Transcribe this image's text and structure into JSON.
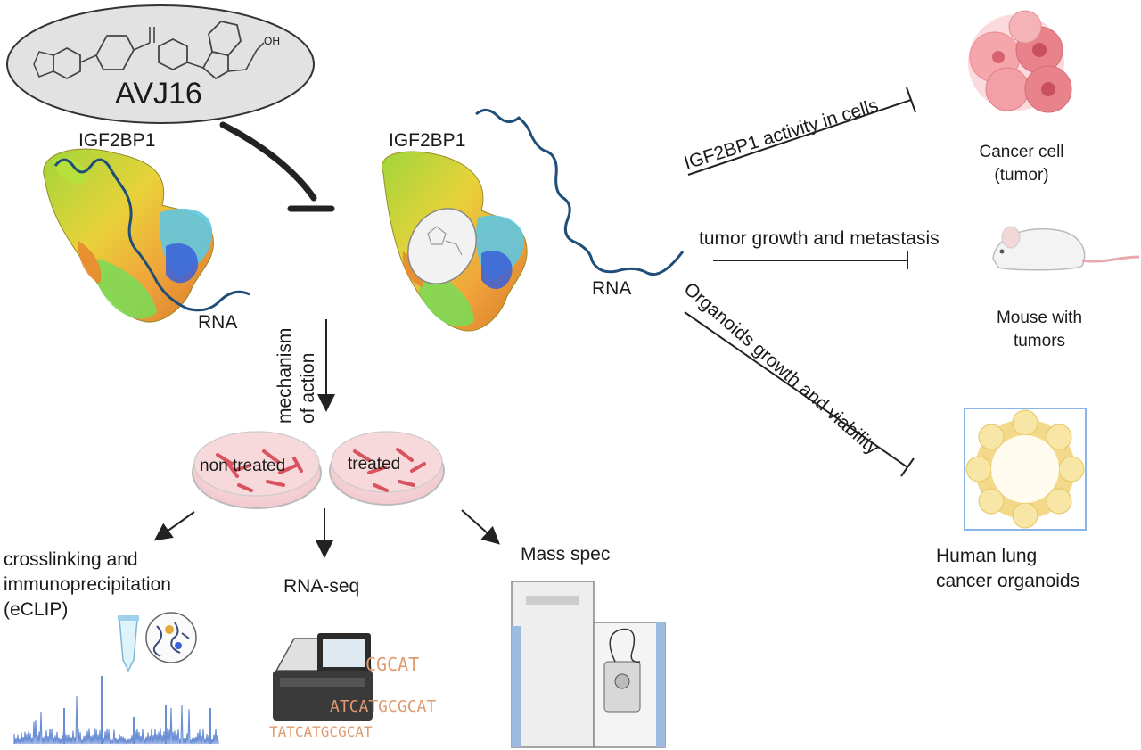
{
  "compound": {
    "name": "AVJ16",
    "oh_label": "OH"
  },
  "left_complex": {
    "protein_label": "IGF2BP1",
    "rna_label": "RNA"
  },
  "right_complex": {
    "protein_label": "IGF2BP1",
    "rna_label": "RNA"
  },
  "mechanism": {
    "line1": "mechanism",
    "line2": "of action"
  },
  "dishes": {
    "untreated": "non treated",
    "treated": "treated"
  },
  "assays": {
    "eclip_line1": "crosslinking and",
    "eclip_line2": "immunoprecipitation",
    "eclip_line3": "(eCLIP)",
    "rnaseq": "RNA-seq",
    "massspec": "Mass spec"
  },
  "effects": {
    "cells": "IGF2BP1 activity in cells",
    "tumor": "tumor growth and metastasis",
    "organoids": "Organoids growth and viability"
  },
  "outcomes": {
    "cancer_line1": "Cancer cell",
    "cancer_line2": "(tumor)",
    "mouse_line1": "Mouse with",
    "mouse_line2": "tumors",
    "organoid_line1": "Human lung",
    "organoid_line2": "cancer  organoids"
  },
  "sequences": {
    "seq1": "CGCAT",
    "seq2": "ATCATGCGCAT",
    "seq3": "TATCATGCGCAT"
  },
  "colors": {
    "rna": "#1f4e79",
    "inhibitor": "#222222",
    "cell": "#e8838c",
    "organoid": "#f4d98a",
    "trace": "#6b8fd6"
  }
}
